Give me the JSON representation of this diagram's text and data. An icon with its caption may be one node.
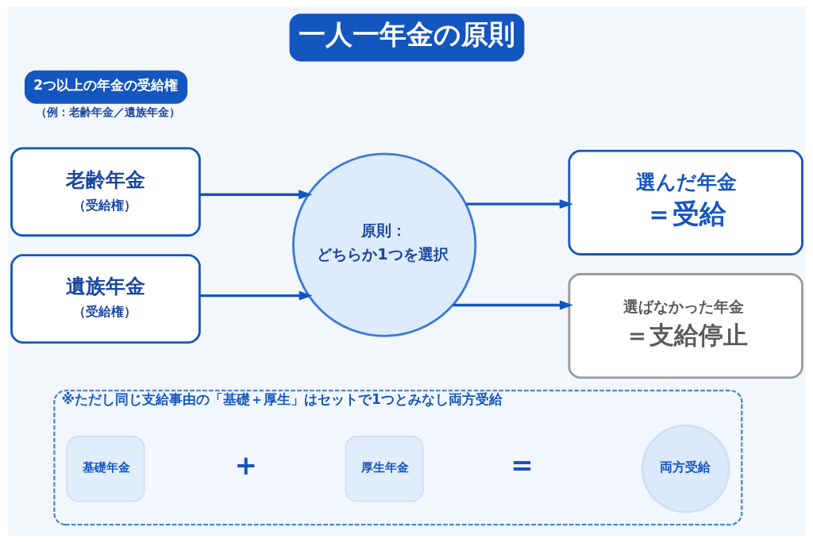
{
  "diagram": {
    "title": "一人一年金の原則",
    "nodes": [
      {
        "text": [
          "2つ以上の年金の受給権"
        ],
        "beside": [
          "（例：老齢年金／遺族年金）"
        ]
      },
      {
        "text": [
          "老齢年金",
          "（受給権）"
        ]
      },
      {
        "text": [
          "遺族年金",
          "（受給権）"
        ]
      },
      {
        "text": [
          "原則：",
          "どちらか1つを選択"
        ]
      },
      {
        "text": [
          "選んだ年金",
          "＝受給"
        ]
      },
      {
        "text": [
          "選ばなかった年金",
          "＝支給停止"
        ]
      },
      {
        "text": [
          "※ただし同じ支給事由の「基礎＋厚生」はセットで1つとみなし両方受給"
        ]
      },
      {
        "text": [
          "基礎年金"
        ],
        "in": 6
      },
      {
        "text": [
          "厚生年金"
        ],
        "in": 6
      },
      {
        "text": [
          "両方受給"
        ],
        "in": 6
      }
    ],
    "edges": [
      {
        "from": 1,
        "to": 3,
        "arrow": "to"
      },
      {
        "from": 2,
        "to": 3,
        "arrow": "to"
      },
      {
        "from": 3,
        "to": 4,
        "arrow": "to"
      },
      {
        "from": 3,
        "to": 5,
        "arrow": "to"
      }
    ],
    "labels": [
      "+",
      "="
    ]
  }
}
